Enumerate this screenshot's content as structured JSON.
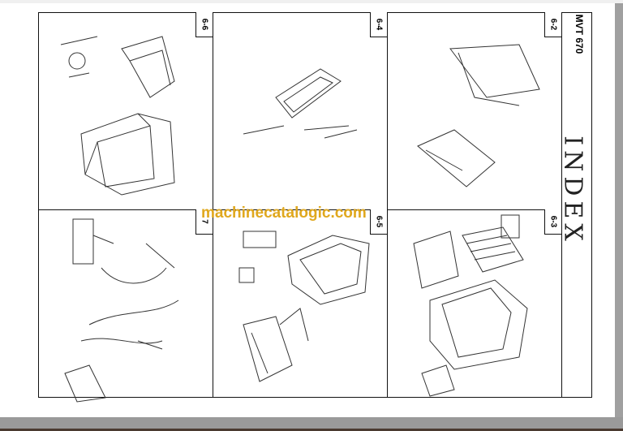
{
  "document": {
    "model": "MVT 670",
    "title": "INDEX",
    "watermark": "machinecatalogic.com",
    "sections": [
      {
        "label": "6-6"
      },
      {
        "label": "6-4"
      },
      {
        "label": "6-2"
      },
      {
        "label": "7"
      },
      {
        "label": "6-5"
      },
      {
        "label": "6-3"
      }
    ]
  }
}
